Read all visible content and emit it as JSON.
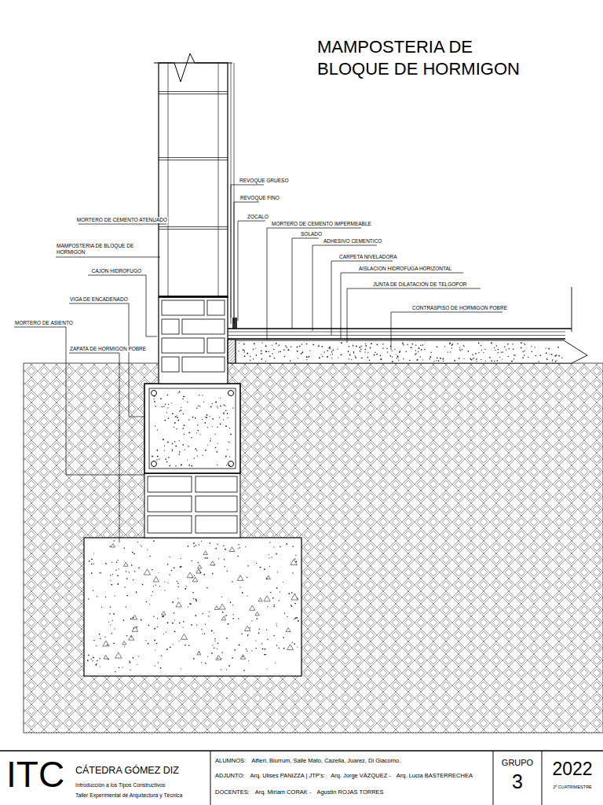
{
  "diagram": {
    "title": "MAMPOSTERIA DE BLOQUE DE HORMIGON",
    "nodes": [
      {
        "text": [
          "ITC",
          "CÁTEDRA GÓMEZ DIZ",
          "Introducción a los Tipos Constructivos",
          "Taller Experimental de Arquitectura y Técnica"
        ]
      },
      {
        "text": [
          "ALUMNOS:",
          "Alfieri, Biurrum, Salle Mato, Cazella, Juarez, Di Giacomo.",
          "ADJUNTO:",
          "Arq. Ulises PANIZZA | JTP's:",
          "Arq. Jorge VÁZQUEZ -",
          "Arq. Lucia BASTERRECHEA",
          "DOCENTES:",
          "Arq. Miriam CORAK -",
          "Agustin ROJAS TORRES"
        ]
      },
      {
        "text": [
          "GRUPO",
          "3"
        ]
      },
      {
        "text": [
          "2022",
          "2º CUATRIMESTRE"
        ]
      }
    ],
    "labels": [
      "REVOQUE GRUESO",
      "REVOQUE FINO",
      "MORTERO DE CEMENTO ATENUADO",
      "MAMPOSTERIA DE BLOQUE DE HORMIGON",
      "ZOCALO",
      "MORTERO DE CEMENTO IMPERMEABLE",
      "SOLADO",
      "ADHESIVO CEMENTICO",
      "CAJON HIDROFUGO",
      "CARPETA NIVELADORA",
      "AISLACION HIDROFUGA HORIZONTAL",
      "VIGA DE ENCADENADO",
      "JUNTA DE DILATACION DE TELGOPOR",
      "CONTRASPISO DE HORMIGON POBRE",
      "MORTERO DE ASIENTO",
      "ZAPATA DE HORMIGON POBRE"
    ]
  }
}
